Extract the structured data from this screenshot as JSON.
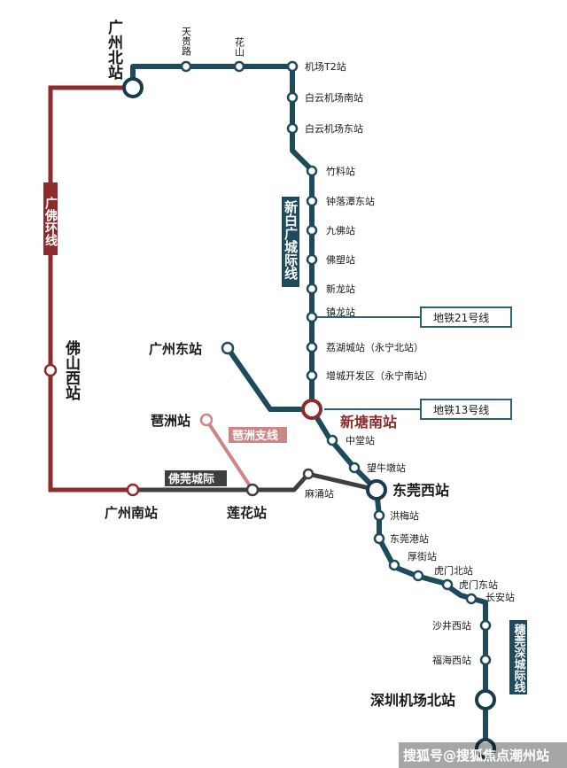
{
  "colors": {
    "teal_line": "#1d4b5c",
    "teal_dark": "#183c4b",
    "red_line": "#8b2b2b",
    "pink_line": "#d08585",
    "gray_line": "#3f3f3f",
    "station_fill": "#ffffff",
    "box_border": "#2e6273",
    "xintang_label": "#8b2b2b"
  },
  "lines": {
    "guangfo_ring": "广佛环线",
    "xinbai_guangcheng": "新白广城际线",
    "suiguan_shen": "穗莞深城际线",
    "pixzhou_branch": "琶洲支线",
    "fo_guan": "佛莞城际"
  },
  "stations": {
    "guangzhou_north": "广州北站",
    "tiangui_road": "天贵路",
    "huashan": "花山",
    "airport_t2": "机场T2站",
    "baiyun_airport_south": "白云机场南站",
    "baiyun_airport_east": "白云机场东站",
    "zhuliao": "竹料站",
    "zhongluotan_east": "钟落潭东站",
    "jiufo": "九佛站",
    "foshu": "佛塑站",
    "xinlong": "新龙站",
    "zhenlong": "镇龙站",
    "lihu_cheng": "荔湖城站（永宁北站）",
    "zengcheng_kaifaqu": "增城开发区（永宁南站）",
    "guangzhou_east": "广州东站",
    "xintang_south": "新塘南站",
    "zhongtang": "中堂站",
    "wangniudun": "望牛墩站",
    "dongguan_west": "东莞西站",
    "pazhou": "琶洲站",
    "foshan_west": "佛山西站",
    "guangzhou_south": "广州南站",
    "lianhua": "莲花站",
    "machong": "麻涌站",
    "hongmei": "洪梅站",
    "dongguan_port": "东莞港站",
    "houjie": "厚街站",
    "humen_north": "虎门北站",
    "humen_east": "虎门东站",
    "chang_an": "长安站",
    "shajing_west": "沙井西站",
    "fuhai_west": "福海西站",
    "shenzhen_airport_north": "深圳机场北站"
  },
  "transfers": {
    "metro_21": "地铁21号线",
    "metro_13": "地铁13号线"
  },
  "watermark": "搜狐号@搜狐焦点潮州站"
}
